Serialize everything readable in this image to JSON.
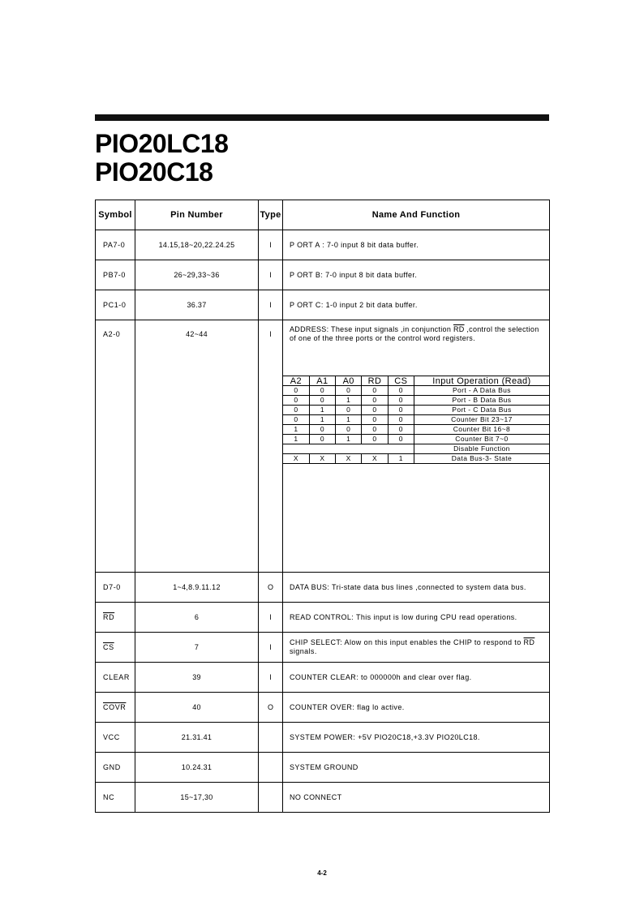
{
  "title": {
    "line1": "PIO20LC18",
    "line2": "PIO20C18"
  },
  "table": {
    "headers": {
      "symbol": "Symbol",
      "pin_number": "Pin Number",
      "type": "Type",
      "function": "Name And Function"
    },
    "rows": [
      {
        "symbol": "PA7-0",
        "overline": false,
        "pins": "14.15,18~20,22.24.25",
        "type": "I",
        "function": "P ORT A : 7-0 input 8 bit data  buffer."
      },
      {
        "symbol": "PB7-0",
        "overline": false,
        "pins": "26~29,33~36",
        "type": "I",
        "function": "P ORT B: 7-0 input 8 bit data buffer."
      },
      {
        "symbol": "PC1-0",
        "overline": false,
        "pins": "36.37",
        "type": "I",
        "function": "P ORT C: 1-0 input 2 bit data buffer."
      },
      {
        "symbol": "A2-0",
        "overline": false,
        "pins": "42~44",
        "type": "I",
        "function": ""
      },
      {
        "symbol": "D7-0",
        "overline": false,
        "pins": "1~4,8.9.11.12",
        "type": "O",
        "function": "DATA BUS: Tri-state data bus lines ,connected to system data bus."
      },
      {
        "symbol": "RD",
        "overline": true,
        "pins": "6",
        "type": "I",
        "function": "READ CONTROL: This input is low during CPU read operations."
      },
      {
        "symbol": "CS",
        "overline": true,
        "pins": "7",
        "type": "I",
        "function": ""
      },
      {
        "symbol": "CLEAR",
        "overline": false,
        "pins": "39",
        "type": "I",
        "function": "COUNTER CLEAR: to 000000h and clear over flag."
      },
      {
        "symbol": "COVR",
        "overline": true,
        "pins": "40",
        "type": "O",
        "function": "COUNTER OVER: flag lo active."
      },
      {
        "symbol": "VCC",
        "overline": false,
        "pins": "21.31.41",
        "type": "",
        "function": "SYSTEM POWER: +5V PIO20C18,+3.3V PIO20LC18."
      },
      {
        "symbol": "GND",
        "overline": false,
        "pins": "10.24.31",
        "type": "",
        "function": "SYSTEM GROUND"
      },
      {
        "symbol": "NC",
        "overline": false,
        "pins": "15~17,30",
        "type": "",
        "function": "NO CONNECT"
      }
    ],
    "address": {
      "text_before": "ADDRESS: These input signals ,in conjunction ",
      "text_rd": "RD",
      "text_after": " ,control the selection of one of the three ports or the control word registers."
    },
    "chip_select": {
      "text_before": "CHIP SELECT: Alow on this input enables the CHIP to respond to ",
      "text_rd": "RD",
      "text_after": " signals."
    },
    "truth_table": {
      "headers": [
        "A2",
        "A1",
        "A0",
        "RD",
        "CS",
        "Input Operation (Read)"
      ],
      "rows": [
        [
          "0",
          "0",
          "0",
          "0",
          "0",
          "Port - A Data Bus"
        ],
        [
          "0",
          "0",
          "1",
          "0",
          "0",
          "Port - B Data Bus"
        ],
        [
          "0",
          "1",
          "0",
          "0",
          "0",
          "Port - C Data Bus"
        ],
        [
          "0",
          "1",
          "1",
          "0",
          "0",
          "Counter Bit 23~17"
        ],
        [
          "1",
          "0",
          "0",
          "0",
          "0",
          "Counter Bit 16~8"
        ],
        [
          "1",
          "0",
          "1",
          "0",
          "0",
          "Counter Bit 7~0"
        ],
        [
          "",
          "",
          "",
          "",
          "",
          "Disable Function"
        ],
        [
          "X",
          "X",
          "X",
          "X",
          "1",
          "Data Bus-3- State"
        ]
      ]
    }
  },
  "page_number": "4-2"
}
